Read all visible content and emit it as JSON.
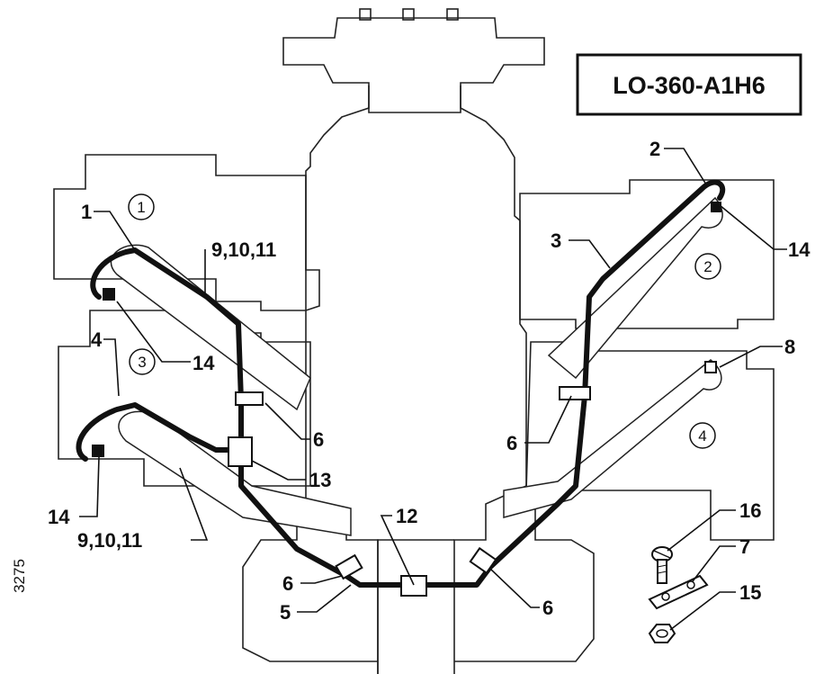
{
  "title_box": {
    "text": "LO-360-A1H6"
  },
  "figure_number": "3275",
  "cylinder_numbers": {
    "c1": "1",
    "c2": "2",
    "c3": "3",
    "c4": "4"
  },
  "callouts": {
    "c1": "1",
    "c2": "2",
    "c3_right": "3",
    "c4_left": "4",
    "c5": "5",
    "c6_left_upper": "6",
    "c6_right_upper": "6",
    "c6_left_lower": "6",
    "c6_right_lower": "6",
    "c7": "7",
    "c8": "8",
    "c9_upper": "9,10,11",
    "c9_lower": "9,10,11",
    "c12": "12",
    "c13": "13",
    "c14_left_upper": "14",
    "c14_right": "14",
    "c14_left_lower": "14",
    "c15": "15",
    "c16": "16"
  }
}
